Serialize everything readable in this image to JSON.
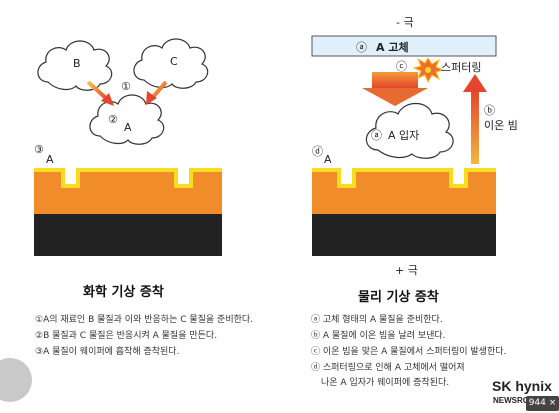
{
  "left": {
    "cloud_b": "B",
    "cloud_c": "C",
    "marker1": "①",
    "cloud_a_marker": "②",
    "cloud_a_letter": "A",
    "wafer_marker": "③",
    "wafer_letter": "A",
    "title": "화학 기상 증착",
    "captions": [
      "①A의 재료인 B 물질과 이와 반응하는 C 물질을 준비한다.",
      "②B 물질과 C 물질은 반응시켜 A 물질을 만든다.",
      "③A 물질이 웨이퍼에 흡착해 증착된다."
    ]
  },
  "right": {
    "minus_label": "- 극",
    "solid_marker": "ⓐ",
    "solid_text": "A 고체",
    "sputter_marker": "ⓒ",
    "sputter_text": "스퍼터링",
    "beam_marker": "ⓑ",
    "beam_text": "이온 빔",
    "particle_marker": "ⓐ",
    "particle_text": "A 입자",
    "wafer_marker": "ⓓ",
    "wafer_letter": "A",
    "plus_label": "+ 극",
    "title": "물리 기상 증착",
    "captions": [
      "ⓐ 고체 형태의 A 물질을 준비한다.",
      "ⓑ A 물질에 이온 빔을 날려 보낸다.",
      "ⓒ 이온 빔을 맞은 A 물질에서 스퍼터링이 발생한다.",
      "ⓓ 스퍼터링으로 인해 A 고체에서 떨어져",
      "나온 A 입자가 웨이퍼에 증착된다."
    ]
  },
  "brand": {
    "name": "SK hynix",
    "sub": "NEWSROOM"
  },
  "overlay": {
    "badge": "944"
  }
}
